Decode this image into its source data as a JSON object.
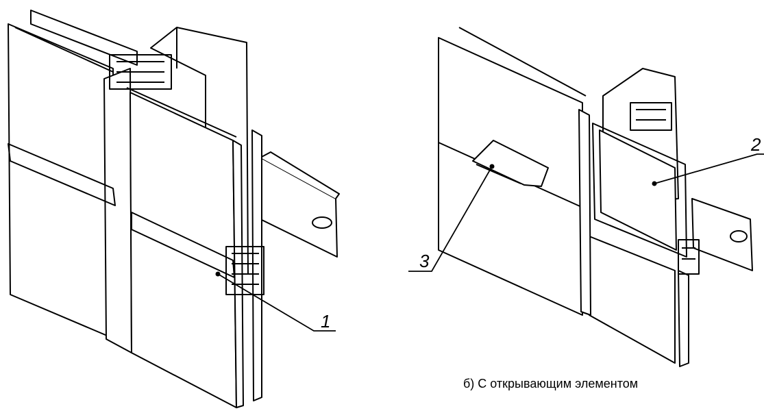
{
  "caption": "б) С открывающим элементом",
  "callouts": [
    "1",
    "2",
    "3"
  ],
  "colors": {
    "ink": "#000000",
    "paper": "#ffffff"
  }
}
